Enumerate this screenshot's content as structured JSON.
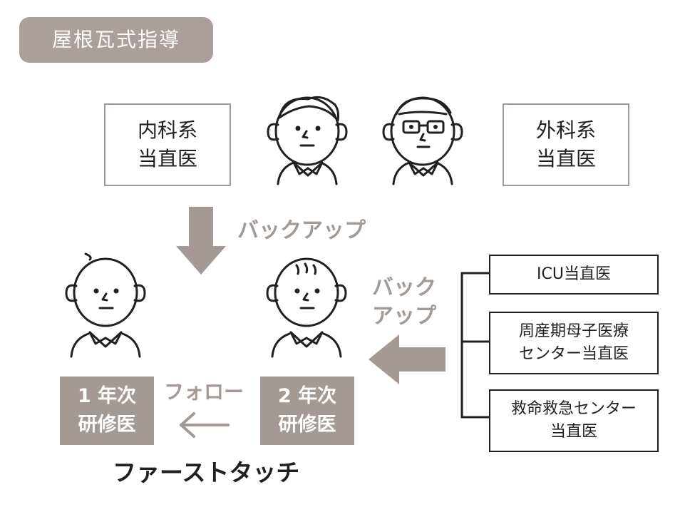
{
  "title": "屋根瓦式指導",
  "top_left_box": [
    "内科系",
    "当直医"
  ],
  "top_right_box": [
    "外科系",
    "当直医"
  ],
  "backup_label_top": "バックアップ",
  "backup_label_side": [
    "バック",
    "アップ"
  ],
  "right_boxes": [
    [
      "ICU当直医"
    ],
    [
      "周産期母子医療",
      "センター当直医"
    ],
    [
      "救命救急センター",
      "当直医"
    ]
  ],
  "resident_1": [
    "1 年次",
    "研修医"
  ],
  "resident_2": [
    "2 年次",
    "研修医"
  ],
  "follow_label": "フォロー",
  "first_touch": "ファーストタッチ",
  "colors": {
    "accent_grey": "#a39a96",
    "badge_grey": "#ab9f9c",
    "ink": "#231f20"
  },
  "icons": [
    "doctor-face-icon",
    "doctor-glasses-face-icon",
    "resident-face-icon",
    "down-arrow-icon",
    "left-arrow-icon"
  ]
}
